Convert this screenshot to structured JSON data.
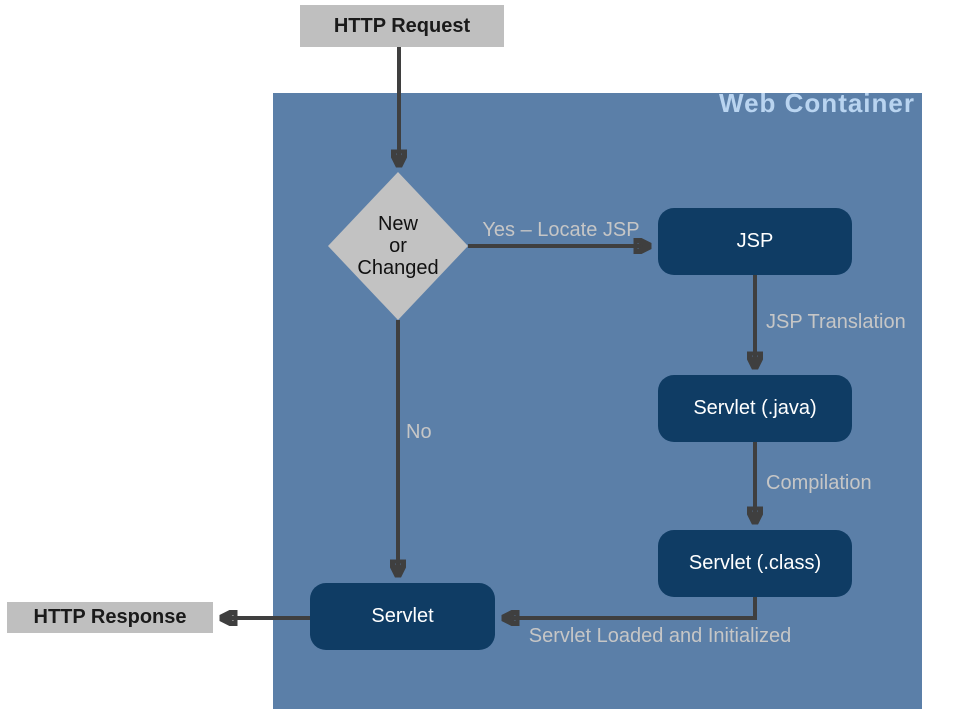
{
  "diagram": {
    "title": "Web Container",
    "nodes": {
      "http_request": "HTTP Request",
      "http_response": "HTTP Response",
      "decision": {
        "line1": "New",
        "line2": "or",
        "line3": "Changed"
      },
      "jsp": "JSP",
      "servlet_java": "Servlet (.java)",
      "servlet_class": "Servlet (.class)",
      "servlet": "Servlet"
    },
    "edges": {
      "yes": "Yes – Locate JSP",
      "no": "No",
      "translation": "JSP Translation",
      "compilation": "Compilation",
      "loaded": "Servlet Loaded and Initialized"
    },
    "colors": {
      "container_bg": "#5b7fa8",
      "title_color": "#b9d4f0",
      "process_bg": "#0f3c64",
      "terminator_bg": "#bfbfbf",
      "diamond_bg": "#c2c2c2",
      "arrow_color": "#3f3f3f",
      "edge_label_color": "#c6c6c6"
    }
  }
}
